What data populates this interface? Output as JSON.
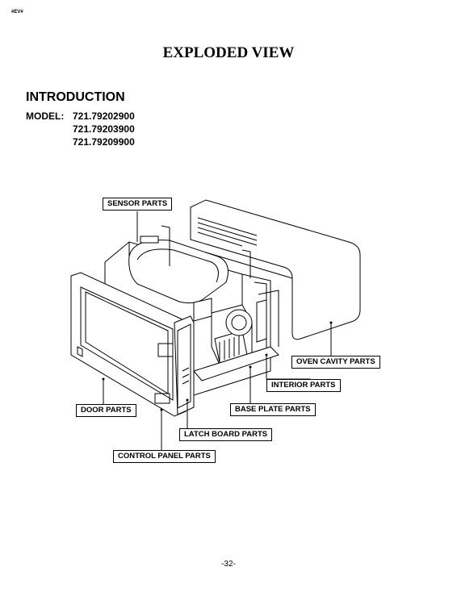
{
  "header_tag": "#EV#",
  "title": "EXPLODED VIEW",
  "section": "INTRODUCTION",
  "model_label": "MODEL:",
  "models": [
    "721.79202900",
    "721.79203900",
    "721.79209900"
  ],
  "callouts": {
    "sensor": "SENSOR PARTS",
    "oven_cavity": "OVEN CAVITY PARTS",
    "interior": "INTERIOR PARTS",
    "door": "DOOR PARTS",
    "base_plate": "BASE PLATE PARTS",
    "latch_board": "LATCH BOARD PARTS",
    "control_panel": "CONTROL PANEL PARTS"
  },
  "page_number": "-32-"
}
